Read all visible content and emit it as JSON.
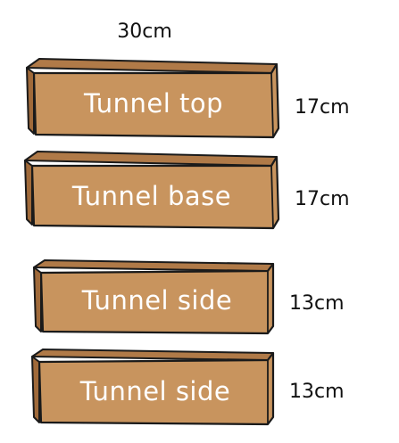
{
  "top_dimension": "30cm",
  "pieces": [
    {
      "label": "Tunnel top",
      "dimension": "17cm"
    },
    {
      "label": "Tunnel base",
      "dimension": "17cm"
    },
    {
      "label": "Tunnel side",
      "dimension": "13cm"
    },
    {
      "label": "Tunnel side",
      "dimension": "13cm"
    }
  ],
  "colors": {
    "front_face": "#c8945e",
    "top_face": "#b07a48",
    "side_face": "#a06a3a",
    "outline": "#1a1a1a",
    "label": "#ffffff"
  }
}
